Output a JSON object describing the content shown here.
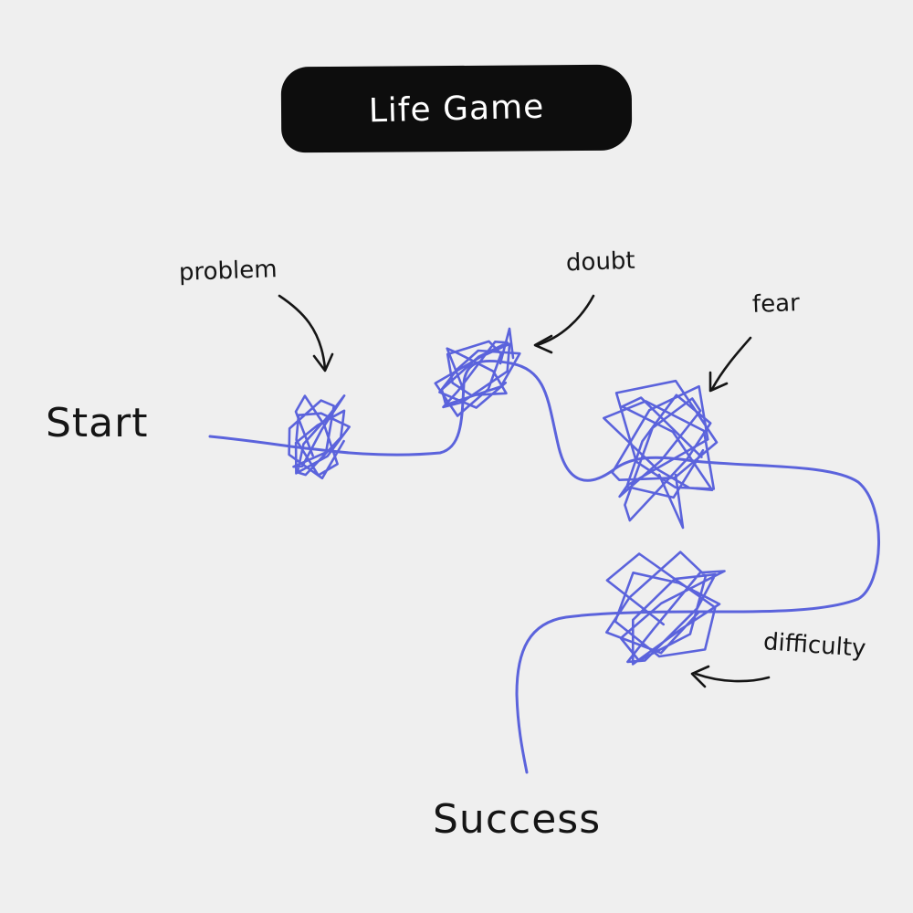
{
  "title": "Life Game",
  "start_label": "Start",
  "end_label": "Success",
  "obstacles": [
    {
      "name": "problem"
    },
    {
      "name": "doubt"
    },
    {
      "name": "fear"
    },
    {
      "name": "difficulty"
    }
  ],
  "colors": {
    "path": "#5b63dc",
    "background": "#efefef",
    "ink": "#151515",
    "title_bg": "#0d0d0d",
    "title_text": "#ffffff"
  }
}
